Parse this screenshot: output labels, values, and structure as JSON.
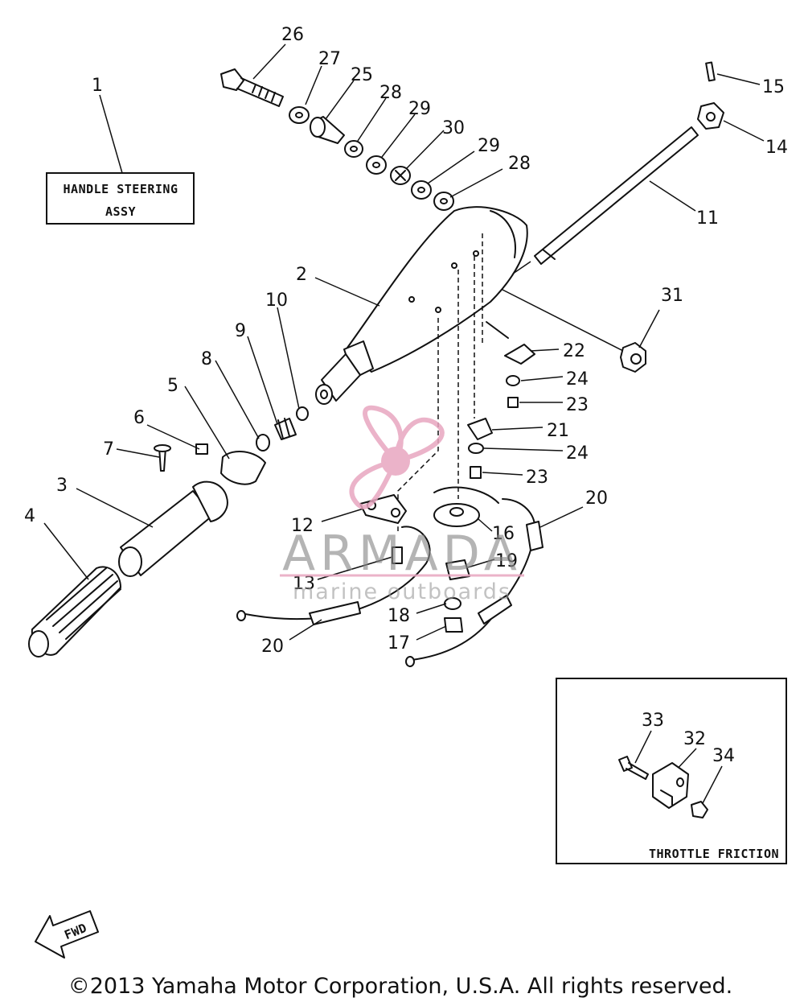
{
  "box_labels": {
    "handle_assy_line1": "HANDLE STEERING",
    "handle_assy_line2": "ASSY",
    "throttle_friction": "THROTTLE FRICTION",
    "fwd": "FWD"
  },
  "callouts": {
    "c1": "1",
    "c2": "2",
    "c3": "3",
    "c4": "4",
    "c5": "5",
    "c6": "6",
    "c7": "7",
    "c8": "8",
    "c9": "9",
    "c10": "10",
    "c11": "11",
    "c12": "12",
    "c13": "13",
    "c14": "14",
    "c15": "15",
    "c16": "16",
    "c17": "17",
    "c18": "18",
    "c19": "19",
    "c20a": "20",
    "c20b": "20",
    "c21": "21",
    "c22": "22",
    "c23a": "23",
    "c23b": "23",
    "c24a": "24",
    "c24b": "24",
    "c25": "25",
    "c26": "26",
    "c27": "27",
    "c28a": "28",
    "c28b": "28",
    "c29a": "29",
    "c29b": "29",
    "c30": "30",
    "c31": "31",
    "c32": "32",
    "c33": "33",
    "c34": "34"
  },
  "watermark": {
    "brand": "ARMADA",
    "tagline": "marine outboards",
    "color": "#e8a6c0"
  },
  "copyright": "©2013 Yamaha Motor Corporation, U.S.A. All rights reserved."
}
